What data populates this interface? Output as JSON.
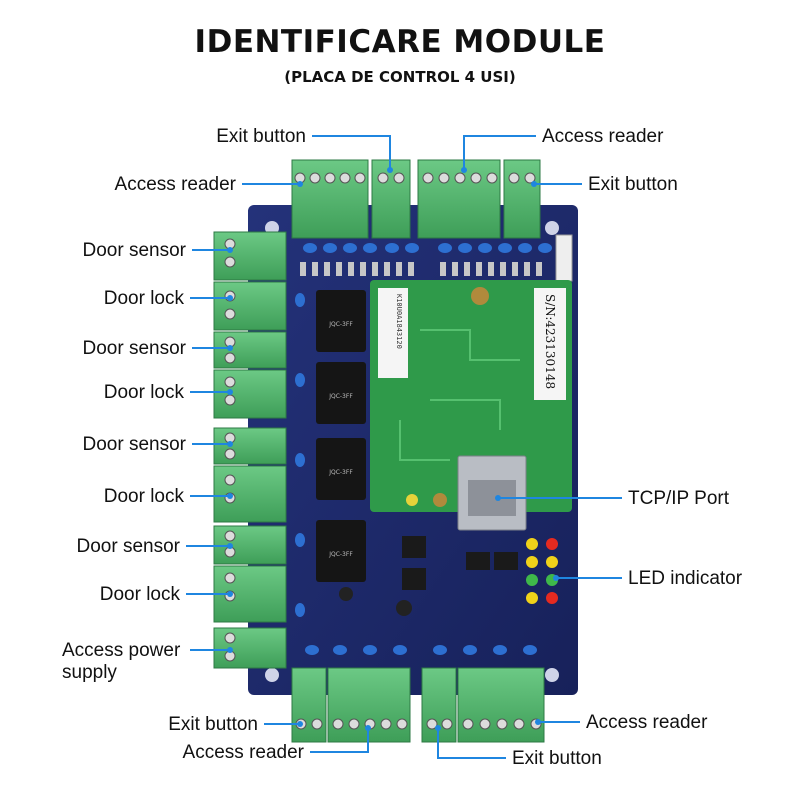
{
  "title": "IDENTIFICARE MODULE",
  "subtitle": "(PLACA DE CONTROL 4 USI)",
  "serial_label": "S/N:423130148",
  "serial_small": "K10U0A1843120",
  "labels": {
    "exit_top_left": "Exit button",
    "access_reader_top_left": "Access reader",
    "access_reader_top_right": "Access reader",
    "exit_top_right": "Exit button",
    "door_sensor_1": "Door sensor",
    "door_lock_1": "Door lock",
    "door_sensor_2": "Door sensor",
    "door_lock_2": "Door lock",
    "door_sensor_3": "Door sensor",
    "door_lock_3": "Door lock",
    "door_sensor_4": "Door sensor",
    "door_lock_4": "Door lock",
    "power_line1": "Access power",
    "power_line2": "supply",
    "tcp_port": "TCP/IP Port",
    "led_indicator": "LED indicator",
    "exit_bottom_left": "Exit button",
    "access_reader_bottom_left": "Access reader",
    "access_reader_bottom_right": "Access reader",
    "exit_bottom_right": "Exit button"
  },
  "colors": {
    "board": "#1c2a66",
    "terminal": "#4fb56a",
    "module": "#2f9a4a",
    "leader": "#1f86e0",
    "relay": "#1a1a1a"
  }
}
